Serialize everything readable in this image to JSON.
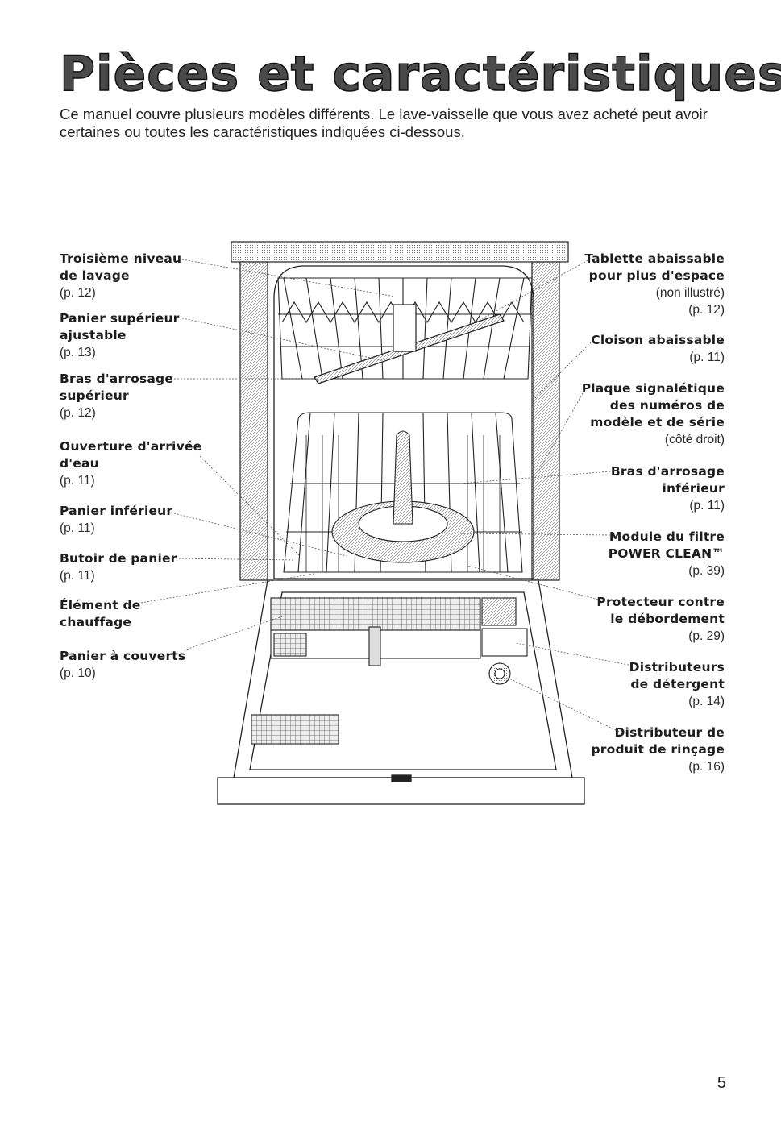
{
  "page": {
    "title": "Pièces et caractéristiques",
    "intro": "Ce manuel couvre plusieurs modèles différents. Le lave-vaisselle que vous avez acheté peut avoir certaines ou toutes les caractéristiques indiquées ci-dessous.",
    "page_number": "5"
  },
  "callouts_left": [
    {
      "name": [
        "Troisième niveau",
        "de lavage"
      ],
      "note": [
        "(p. 12)"
      ]
    },
    {
      "name": [
        "Panier supérieur",
        "ajustable"
      ],
      "note": [
        "(p. 13)"
      ]
    },
    {
      "name": [
        "Bras d'arrosage",
        "supérieur"
      ],
      "note": [
        "(p. 12)"
      ]
    },
    {
      "name": [
        "Ouverture d'arrivée",
        "d'eau"
      ],
      "note": [
        "(p. 11)"
      ]
    },
    {
      "name": [
        "Panier inférieur"
      ],
      "note": [
        "(p. 11)"
      ]
    },
    {
      "name": [
        "Butoir de panier"
      ],
      "note": [
        "(p. 11)"
      ]
    },
    {
      "name": [
        "Élément de",
        "chauffage"
      ],
      "note": []
    },
    {
      "name": [
        "Panier à couverts"
      ],
      "note": [
        "(p. 10)"
      ]
    }
  ],
  "callouts_right": [
    {
      "name": [
        "Tablette abaissable",
        "pour plus d'espace"
      ],
      "note": [
        "(non illustré)",
        "(p. 12)"
      ]
    },
    {
      "name": [
        "Cloison abaissable"
      ],
      "note": [
        "(p. 11)"
      ]
    },
    {
      "name": [
        "Plaque signalétique",
        "des numéros de",
        "modèle et de série"
      ],
      "note": [
        "(côté droit)"
      ]
    },
    {
      "name": [
        "Bras d'arrosage",
        "inférieur"
      ],
      "note": [
        "(p. 11)"
      ]
    },
    {
      "name": [
        "Module du filtre",
        "POWER CLEAN™"
      ],
      "note": [
        "(p. 39)"
      ]
    },
    {
      "name": [
        "Protecteur contre",
        "le débordement"
      ],
      "note": [
        "(p. 29)"
      ]
    },
    {
      "name": [
        "Distributeurs",
        "de détergent"
      ],
      "note": [
        "(p. 14)"
      ]
    },
    {
      "name": [
        "Distributeur de",
        "produit de rinçage"
      ],
      "note": [
        "(p. 16)"
      ]
    }
  ]
}
